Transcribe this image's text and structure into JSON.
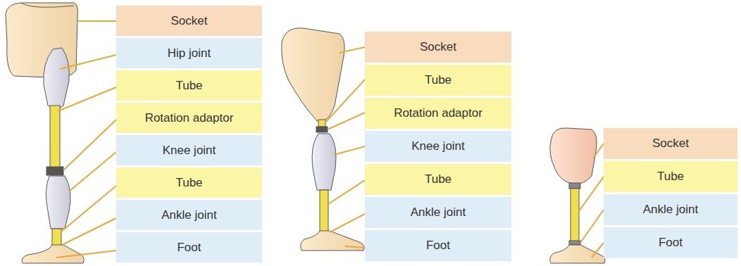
{
  "diagram": {
    "nodes": [
      {
        "text": [
          "Socket"
        ]
      },
      {
        "text": [
          "Hip joint"
        ]
      },
      {
        "text": [
          "Tube"
        ]
      },
      {
        "text": [
          "Rotation adaptor"
        ]
      },
      {
        "text": [
          "Knee joint"
        ]
      },
      {
        "text": [
          "Tube"
        ]
      },
      {
        "text": [
          "Ankle joint"
        ]
      },
      {
        "text": [
          "Foot"
        ]
      },
      {
        "text": [
          "Socket"
        ]
      },
      {
        "text": [
          "Tube"
        ]
      },
      {
        "text": [
          "Rotation adaptor"
        ]
      },
      {
        "text": [
          "Knee joint"
        ]
      },
      {
        "text": [
          "Tube"
        ]
      },
      {
        "text": [
          "Ankle joint"
        ]
      },
      {
        "text": [
          "Foot"
        ]
      },
      {
        "text": [
          "Socket"
        ]
      },
      {
        "text": [
          "Tube"
        ]
      },
      {
        "text": [
          "Ankle joint"
        ]
      },
      {
        "text": [
          "Foot"
        ]
      }
    ]
  }
}
